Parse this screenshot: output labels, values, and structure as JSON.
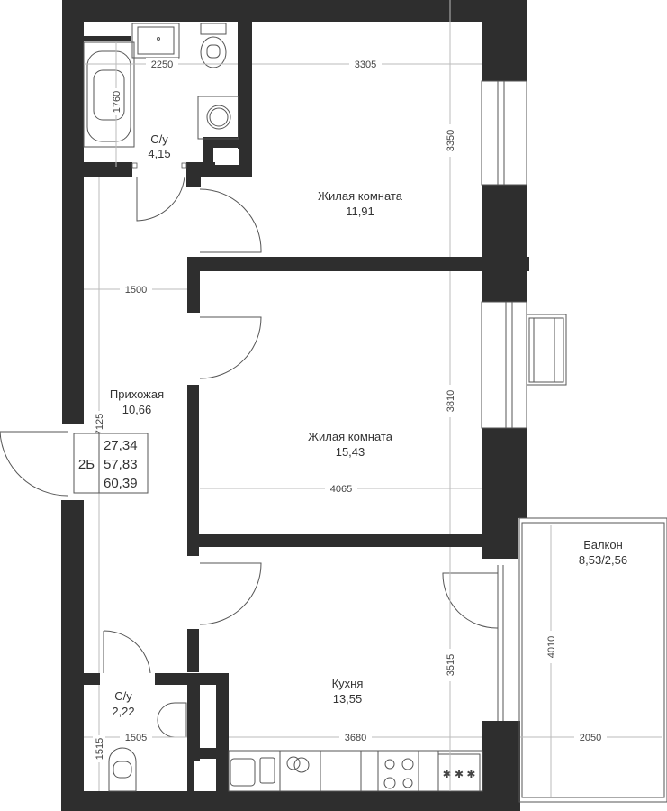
{
  "plan": {
    "rooms": [
      {
        "id": "bath1",
        "name": "С/у",
        "area": "4,15"
      },
      {
        "id": "living1",
        "name": "Жилая комната",
        "area": "11,91"
      },
      {
        "id": "hall",
        "name": "Прихожая",
        "area": "10,66"
      },
      {
        "id": "living2",
        "name": "Жилая комната",
        "area": "15,43"
      },
      {
        "id": "balcony",
        "name": "Балкон",
        "area": "8,53/2,56"
      },
      {
        "id": "bath2",
        "name": "С/у",
        "area": "2,22"
      },
      {
        "id": "kitchen",
        "name": "Кухня",
        "area": "13,55"
      }
    ],
    "dimensions": {
      "bath1_width": "2250",
      "bath1_tub": "1760",
      "living1_width": "3305",
      "living1_depth": "3350",
      "hall_width": "1500",
      "hall_length": "7125",
      "living2_width": "4065",
      "living2_depth": "3810",
      "balcony_depth": "4010",
      "balcony_width": "2050",
      "kitchen_depth": "3515",
      "kitchen_width": "3680",
      "bath2_width": "1505",
      "bath2_depth": "1515"
    },
    "info_box": {
      "type": "2Б",
      "living_area": "27,34",
      "total_area": "57,83",
      "total_with_balcony": "60,39"
    }
  }
}
